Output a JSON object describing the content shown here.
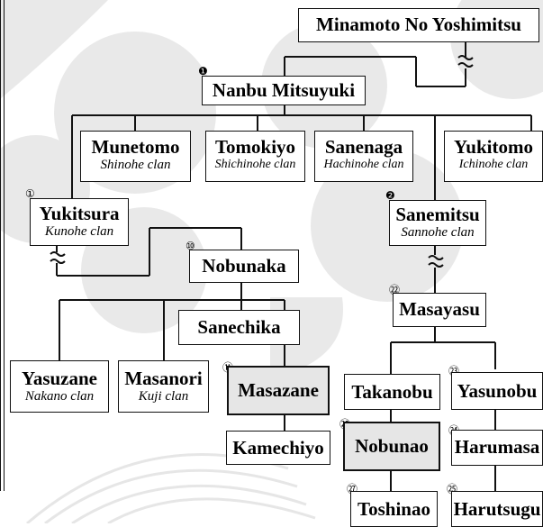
{
  "nodes": {
    "yoshimitsu": {
      "name": "Minamoto No Yoshimitsu",
      "clan": ""
    },
    "mitsuyuki": {
      "name": "Nanbu Mitsuyuki",
      "clan": "",
      "badge": "❶"
    },
    "munetomo": {
      "name": "Munetomo",
      "clan": "Shinohe clan"
    },
    "tomokiyo": {
      "name": "Tomokiyo",
      "clan": "Shichinohe clan"
    },
    "sanenaga": {
      "name": "Sanenaga",
      "clan": "Hachinohe clan"
    },
    "yukitomo": {
      "name": "Yukitomo",
      "clan": "Ichinohe clan"
    },
    "yukitsura": {
      "name": "Yukitsura",
      "clan": "Kunohe clan",
      "badge": "①"
    },
    "sanemitsu": {
      "name": "Sanemitsu",
      "clan": "Sannohe clan",
      "badge": "❷"
    },
    "nobunaka": {
      "name": "Nobunaka",
      "clan": "",
      "badge": "⑩"
    },
    "masayasu": {
      "name": "Masayasu",
      "clan": "",
      "badge": "㉒"
    },
    "sanechika": {
      "name": "Sanechika",
      "clan": ""
    },
    "yasuzane": {
      "name": "Yasuzane",
      "clan": "Nakano clan"
    },
    "masanori": {
      "name": "Masanori",
      "clan": "Kuji clan"
    },
    "masazane": {
      "name": "Masazane",
      "clan": "",
      "badge": "⑪"
    },
    "kamechiyo": {
      "name": "Kamechiyo",
      "clan": ""
    },
    "takanobu": {
      "name": "Takanobu",
      "clan": ""
    },
    "yasunobu": {
      "name": "Yasunobu",
      "clan": "",
      "badge": "㉓"
    },
    "nobunao": {
      "name": "Nobunao",
      "clan": "",
      "badge": "㉖"
    },
    "harumasa": {
      "name": "Harumasa",
      "clan": "",
      "badge": "㉔"
    },
    "toshinao": {
      "name": "Toshinao",
      "clan": "",
      "badge": "㉗"
    },
    "harutsugu": {
      "name": "Harutsugu",
      "clan": "",
      "badge": "㉕"
    }
  },
  "colors": {
    "line": "#111111",
    "box_border": "#111111",
    "highlight_fill": "#e6e6e6",
    "watermark": "#e9e9e9"
  },
  "highlighted": [
    "masazane",
    "nobunao"
  ]
}
